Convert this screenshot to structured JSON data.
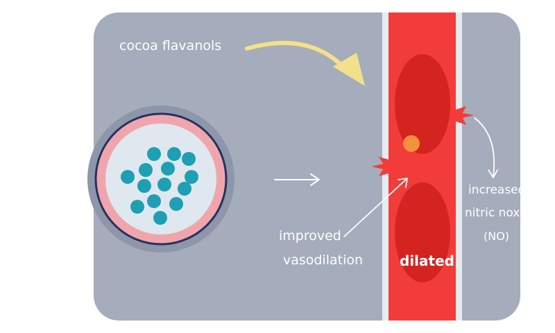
{
  "labels": {
    "cocoa_flavanols": "cocoa flavanols",
    "improved": "improved",
    "vasodilation": "vasodilation",
    "dilated": "dilated",
    "increased": "increased",
    "nitric_oxide": "nitric noxi",
    "no_abbrev": "(NO)"
  },
  "colors": {
    "panel_background": "#a5acbb",
    "vessel_red": "#f13c39",
    "cell_dark_red": "#d32420",
    "flavanol_teal": "#1f9fb3",
    "cell_ring_pink": "#f0a5ad",
    "cell_border_navy": "#23325e",
    "arrow_yellow": "#f3e08a",
    "no_orange": "#f4913d"
  }
}
